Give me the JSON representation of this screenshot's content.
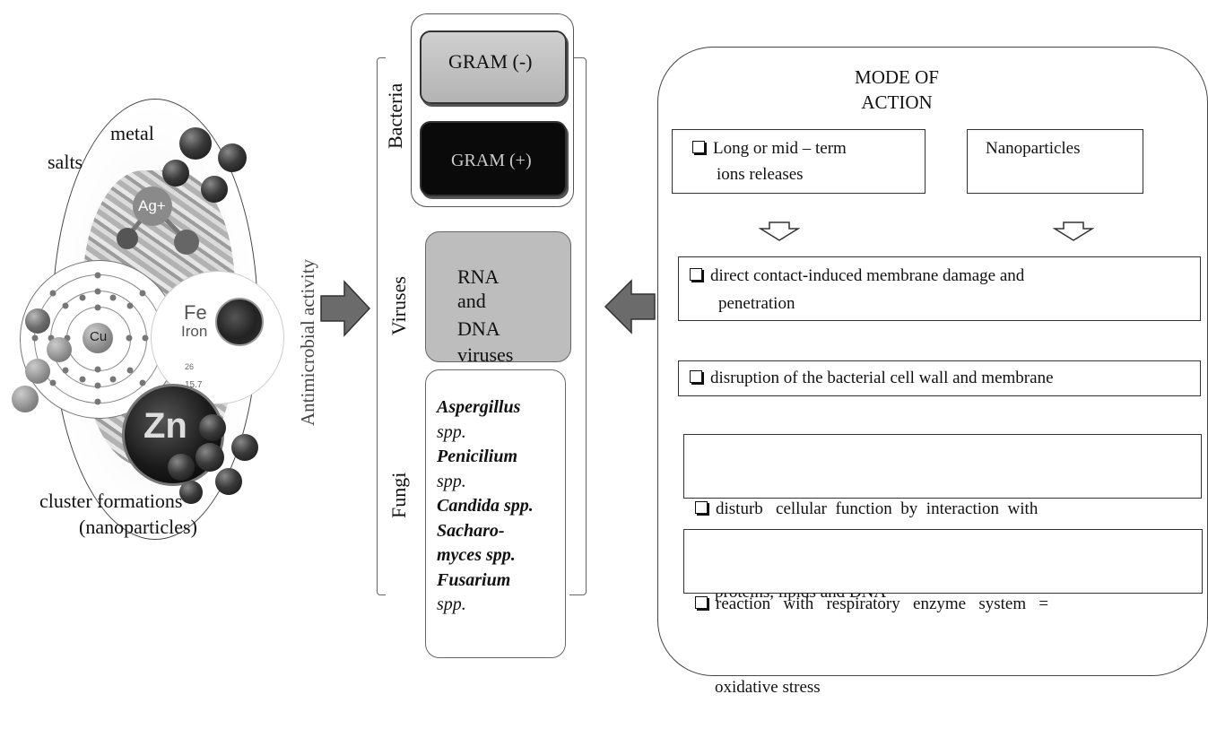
{
  "left": {
    "label_metal": "metal",
    "label_salts": "salts",
    "label_cluster_line1": "cluster formations",
    "label_cluster_line2": "(nanoparticles)",
    "ag_symbol": "Ag+",
    "cu_symbol": "Cu",
    "fe_symbol": "Fe",
    "fe_name": "Iron",
    "fe_number": "26",
    "fe_mass": "15.7",
    "zn_symbol": "Zn"
  },
  "antimicrobial_label": "Antimicrobial activity",
  "bacteria": {
    "label": "Bacteria",
    "gram_neg": "GRAM (-)",
    "gram_pos": "GRAM (+)"
  },
  "viruses": {
    "label": "Viruses",
    "text": [
      "RNA",
      "and",
      "DNA",
      "viruses"
    ]
  },
  "fungi": {
    "label": "Fungi",
    "items": [
      "Aspergillus",
      "spp.",
      "Penicilium",
      "spp.",
      "Candida spp.",
      "Sacharo-",
      "myces spp.",
      "Fusarium",
      "spp."
    ]
  },
  "mode_of_action": {
    "title_line1": "MODE OF",
    "title_line2": "ACTION",
    "ions_line1": "Long or mid – term",
    "ions_line2": "ions releases",
    "nanoparticles": "Nanoparticles",
    "item1_line1": "direct contact-induced membrane damage and",
    "item1_line2": "penetration",
    "item2": "disruption of the bacterial cell wall and membrane",
    "item3_line1": "disturb   cellular  function  by  interaction  with",
    "item3_line2": "proteins, lipids and DNA",
    "item4_line1": "reaction   with   respiratory   enzyme   system   =",
    "item4_line2": "oxidative stress"
  }
}
